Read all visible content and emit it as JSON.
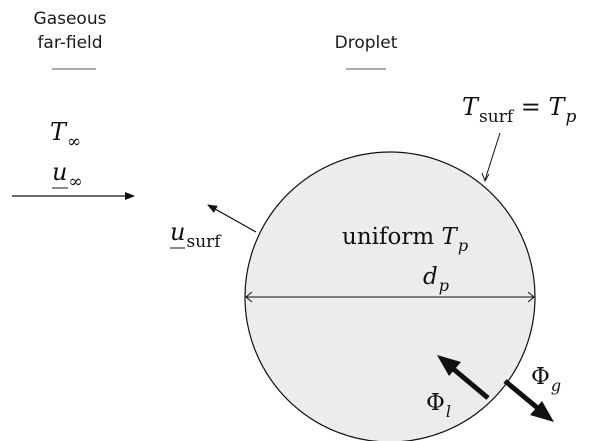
{
  "headers": {
    "gas_line1": "Gaseous",
    "gas_line2": "far-field",
    "droplet": "Droplet"
  },
  "labels": {
    "T_infinity": {
      "base": "T",
      "sub": "∞"
    },
    "u_infinity": {
      "base": "u",
      "sub": "∞"
    },
    "u_surf": {
      "base": "u",
      "sub": "surf"
    },
    "T_surf_eq": {
      "lhs_base": "T",
      "lhs_sub": "surf",
      "eq": " = ",
      "rhs_base": "T",
      "rhs_sub": "p"
    },
    "uniform_Tp": {
      "word": "uniform ",
      "base": "T",
      "sub": "p"
    },
    "d_p": {
      "base": "d",
      "sub": "p"
    },
    "Phi_l": {
      "base": "Φ",
      "sub": "l"
    },
    "Phi_g": {
      "base": "Φ",
      "sub": "g"
    }
  },
  "colors": {
    "droplet_fill": "#ececec",
    "stroke": "#111111"
  }
}
